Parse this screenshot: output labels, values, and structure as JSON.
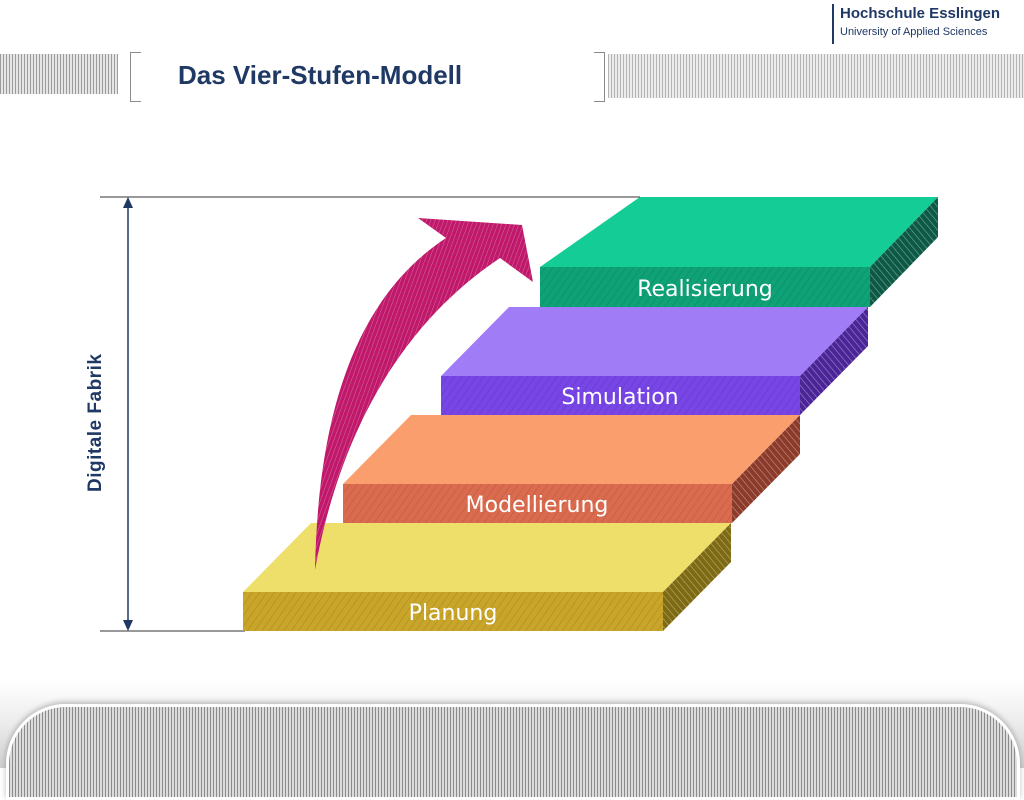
{
  "header": {
    "title": "Das Vier-Stufen-Modell",
    "logo_line1": "Hochschule Esslingen",
    "logo_line2": "University of Applied Sciences"
  },
  "diagram": {
    "axis_label": "Digitale Fabrik",
    "steps": [
      {
        "label": "Planung",
        "top_color": "#eede6a",
        "front_color": "#c9a52a",
        "side_color": "#7d6a12"
      },
      {
        "label": "Modellierung",
        "top_color": "#fb9e6e",
        "front_color": "#db6b4e",
        "side_color": "#8c3a2a"
      },
      {
        "label": "Simulation",
        "top_color": "#a07cf7",
        "front_color": "#7845e6",
        "side_color": "#4b2598"
      },
      {
        "label": "Realisierung",
        "top_color": "#13cc96",
        "front_color": "#0fa276",
        "side_color": "#0c5a45"
      }
    ],
    "arrow_color": "#c0186a"
  }
}
